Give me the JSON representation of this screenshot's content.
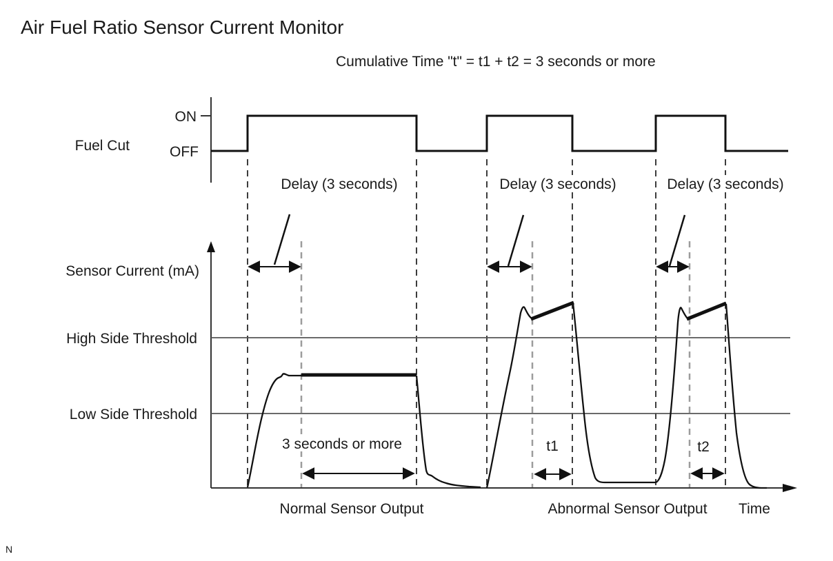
{
  "title": "Air Fuel Ratio Sensor Current Monitor",
  "subtitle": "Cumulative Time \"t\" = t1 + t2 = 3 seconds or more",
  "fuel_cut": {
    "label": "Fuel Cut",
    "on_label": "ON",
    "off_label": "OFF"
  },
  "delay_labels": {
    "first": "Delay (3 seconds)",
    "second": "Delay (3 seconds)",
    "third": "Delay (3 seconds)"
  },
  "sensor_plot": {
    "y_axis_label": "Sensor Current (mA)",
    "high_threshold_label": "High Side Threshold",
    "low_threshold_label": "Low Side Threshold",
    "duration_label": "3 seconds or more",
    "t1_label": "t1",
    "t2_label": "t2",
    "normal_caption": "Normal Sensor Output",
    "abnormal_caption": "Abnormal Sensor Output",
    "time_label": "Time"
  },
  "page_marker": "N",
  "colors": {
    "ink": "#1a1a1a",
    "threshold_line": "#555555",
    "dashed_edge_line": "#3c3c3c",
    "dashed_delay_line": "#9c9c9c",
    "background": "#ffffff"
  }
}
